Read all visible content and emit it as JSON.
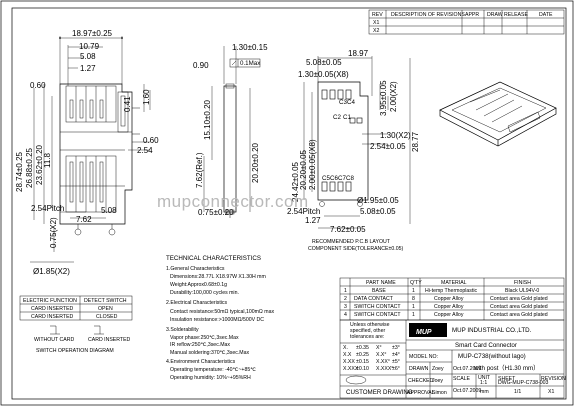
{
  "revision_table": {
    "headers": [
      "REV",
      "DESCRIPTION OF REVISIONS",
      "APPR",
      "DRAW",
      "RELEASE",
      "DATE"
    ],
    "rows": [
      "X1",
      "X2"
    ]
  },
  "left_view_dims": {
    "d1": "18.97±0.25",
    "d2": "10.79",
    "d3": "5.08",
    "d4": "1.27",
    "d5": "0.60",
    "d6": "1.60",
    "d7": "0.41",
    "d8": "0.60",
    "d9": "2.54",
    "d10": "28.74±0.25",
    "d11": "26.88±0.25",
    "d12": "23.62±0.20",
    "d13": "11.8",
    "d14": "5.08",
    "d15": "2.54Pitch",
    "d16": "7.62",
    "d17": "0.75(X2)",
    "d18": "Ø1.85(X2)"
  },
  "side_view_dims": {
    "d1": "1.30±0.15",
    "d2": "0.90",
    "d3": "0.1Max",
    "d4": "15.10±0.20",
    "d5": "7.62(Ref.)",
    "d6": "20.20±0.20",
    "d7": "0.75±0.20"
  },
  "pcb_layout_dims": {
    "d1": "18.97",
    "d2": "5.08±0.05",
    "d3": "1.30±0.05(X8)",
    "d4": "3.95±0.05",
    "d5": "2.00(X2)",
    "d6": "24.42±0.05",
    "d7": "20.20±0.05",
    "d8": "2.00±0.05(X8)",
    "d9": "1.30(X2)",
    "d10": "2.54±0.05",
    "d11": "Ø1.95±0.05",
    "d12": "5.08±0.05",
    "d13": "2.54Pitch",
    "d14": "1.27",
    "d15": "7.62±0.05",
    "d16": "28.77",
    "labels": [
      "C4",
      "C3",
      "C2",
      "C1",
      "C5",
      "C6",
      "C7",
      "C8"
    ],
    "caption_1": "RECOMMENDED P.C.B LAYOUT",
    "caption_2": "COMPONENT SIDE(TOLERANCE±0.05)"
  },
  "switch_table": {
    "headers": [
      "ELECTRIC FUNCTION",
      "DETECT SWITCH"
    ],
    "rows": [
      [
        "CARD INSERTED",
        "OPEN"
      ],
      [
        "CARD INSERTED",
        "CLOSED"
      ]
    ],
    "diagram_labels": [
      "WITHOUT CARD",
      "CARD INSERTED"
    ],
    "caption": "SWITCH OPERATION DIAGRAM"
  },
  "tech": {
    "title": "TECHNICAL CHARACTERISTICS",
    "lines": [
      "1.General Characteristics",
      "Dimensions:28.77L X18.97W X1.30H mm",
      "Weight:Approx0.68±0.1g",
      "Durability:100,000 cycles min.",
      "2.Electrical Characteristics",
      "Contact resistance:50mΩ typical,100mΩ max",
      "Insulation resistance:>1000MΩ/500V DC",
      "3.Solderability",
      "Vapor phase:250℃,3sec.Max",
      "IR reflow:250℃,3sec.Max",
      "Manual soldering:370℃,3sec.Max",
      "4.Environment Characteristics",
      "Operating temperature: -40℃~+85℃",
      "Operating humidity: 10%~+95%RH"
    ]
  },
  "parts_table": {
    "headers": [
      "",
      "PART NAME",
      "Q'TY",
      "MATERIAL",
      "FINISH"
    ],
    "rows": [
      [
        "1",
        "BASE",
        "1",
        "Hi-temp Thermoplastic",
        "Black UL94V-0"
      ],
      [
        "2",
        "DATA CONTACT",
        "8",
        "Copper Alloy",
        "Contact area Gold plated"
      ],
      [
        "3",
        "SWITCH CONTACT",
        "1",
        "Copper Alloy",
        "Contact area Gold plated"
      ],
      [
        "4",
        "SWITCH CONTACT",
        "1",
        "Copper Alloy",
        "Contact area Gold plated"
      ]
    ]
  },
  "title_block": {
    "unless_1": "Unless otherwise",
    "unless_2": "specified, other",
    "unless_3": "tolerances are:",
    "logo": "MUP",
    "company": "MUP INDUSTRIAL CO.,LTD.",
    "product": "Smart Card Connector",
    "model_label": "MODEL NO:",
    "model": "MUP-C738(without lago)",
    "model_sub": "with post（H1.30 mm）",
    "drawn": "DRAWN",
    "checked": "CHECKED",
    "approval": "APPROVAL",
    "p_drawn": "Zoey",
    "p_checked": "Joey",
    "p_approval": "Simon",
    "date": "Oct.07.2009",
    "scale_label": "SCALE",
    "scale": "1:1",
    "unit_label": "UNIT",
    "unit": "mm",
    "sheet_label": "SHEET",
    "sheet": "1/1",
    "dwg": "DWG-MUP-C738-003",
    "rev_label": "REVISION",
    "rev": "X1",
    "customer_drawing": "CUSTOMER DRAWING",
    "tol": [
      [
        "X.",
        "±0.35",
        "X°",
        "±3°"
      ],
      [
        "X.X",
        "±0.25",
        "X.X°",
        "±4°"
      ],
      [
        "X.XX",
        "±0.15",
        "X.XX°",
        "±5°"
      ],
      [
        "X.XXX",
        "±0.10",
        "X.XXX°",
        "±6°"
      ]
    ]
  },
  "watermark": "mupconnector.com"
}
